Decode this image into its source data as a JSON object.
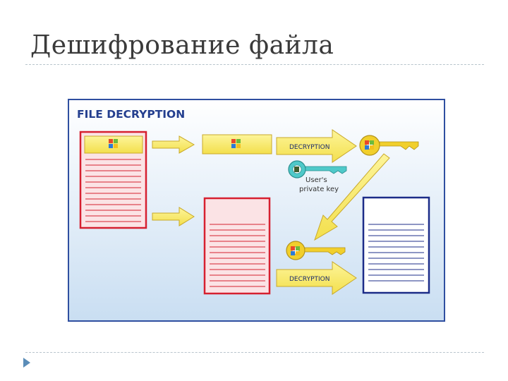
{
  "slide": {
    "title": "Дешифрование файла"
  },
  "diagram": {
    "heading": "FILE DECRYPTION",
    "label_decryption_top": "DECRYPTION",
    "label_decryption_bottom": "DECRYPTION",
    "user_key_line1": "User's",
    "user_key_line2": "private key",
    "colors": {
      "frame_border": "#2f4fa0",
      "heading": "#243f8f",
      "encrypted_doc": "#d62030",
      "decrypted_doc": "#1c2c88",
      "yellow": "#f7e96a",
      "key_gold": "#f1cf2c",
      "key_teal": "#4fc9c9"
    }
  }
}
